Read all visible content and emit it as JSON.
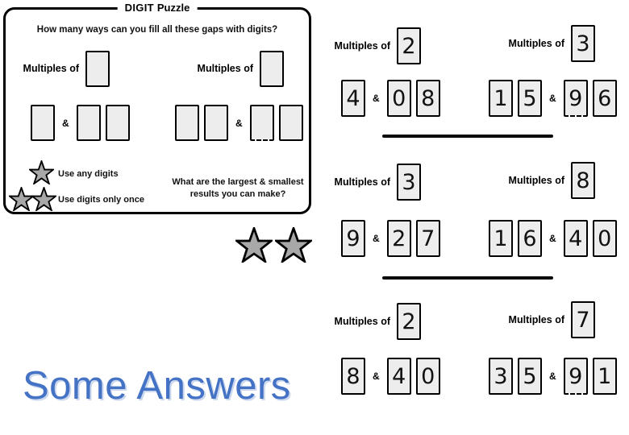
{
  "labels": {
    "multiples": "Multiples of",
    "amp": "&"
  },
  "panel": {
    "title_strong": "DIGIT",
    "title_rest": "Puzzle",
    "question": "How many ways can you fill all these gaps with digits?",
    "rules": [
      {
        "stars": 1,
        "label": "Use any digits"
      },
      {
        "stars": 2,
        "label": "Use digits only once"
      }
    ],
    "challenge": {
      "line1": "What are the largest & smallest",
      "line2": "results you can make?"
    }
  },
  "heading": {
    "text": "Some Answers"
  },
  "blocks": [
    {
      "multiple": "2",
      "pre": [
        "4"
      ],
      "post": [
        "0",
        "8"
      ]
    },
    {
      "multiple": "3",
      "pre": [
        "1",
        "5"
      ],
      "post": [
        "9",
        "6"
      ]
    },
    {
      "multiple": "3",
      "pre": [
        "9"
      ],
      "post": [
        "2",
        "7"
      ]
    },
    {
      "multiple": "8",
      "pre": [
        "1",
        "6"
      ],
      "post": [
        "4",
        "0"
      ]
    },
    {
      "multiple": "2",
      "pre": [
        "8"
      ],
      "post": [
        "4",
        "0"
      ]
    },
    {
      "multiple": "7",
      "pre": [
        "3",
        "5"
      ],
      "post": [
        "9",
        "1"
      ]
    }
  ],
  "colors": {
    "accent_blue": "#4472c4",
    "box_fill": "#ededed",
    "box_border": "#000000",
    "star_fill": "#a8a8a8"
  }
}
